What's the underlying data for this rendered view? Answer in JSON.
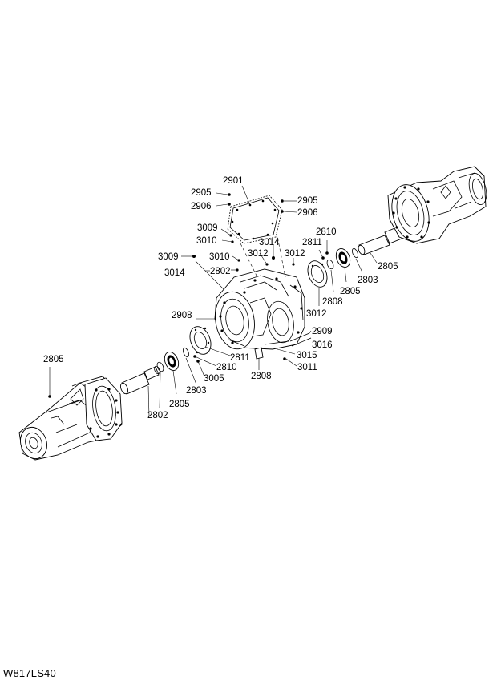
{
  "drawing": {
    "reference_code": "W817LS40",
    "part_labels": [
      "2901",
      "2905",
      "2906",
      "2905",
      "2906",
      "3009",
      "3010",
      "3014",
      "2810",
      "2811",
      "3012",
      "3012",
      "3009",
      "3010",
      "3014",
      "2802",
      "2805",
      "2803",
      "2805",
      "2808",
      "3012",
      "2908",
      "2909",
      "3016",
      "3015",
      "3011",
      "2808",
      "2811",
      "2810",
      "3005",
      "2805",
      "2803",
      "2805",
      "2802"
    ]
  }
}
